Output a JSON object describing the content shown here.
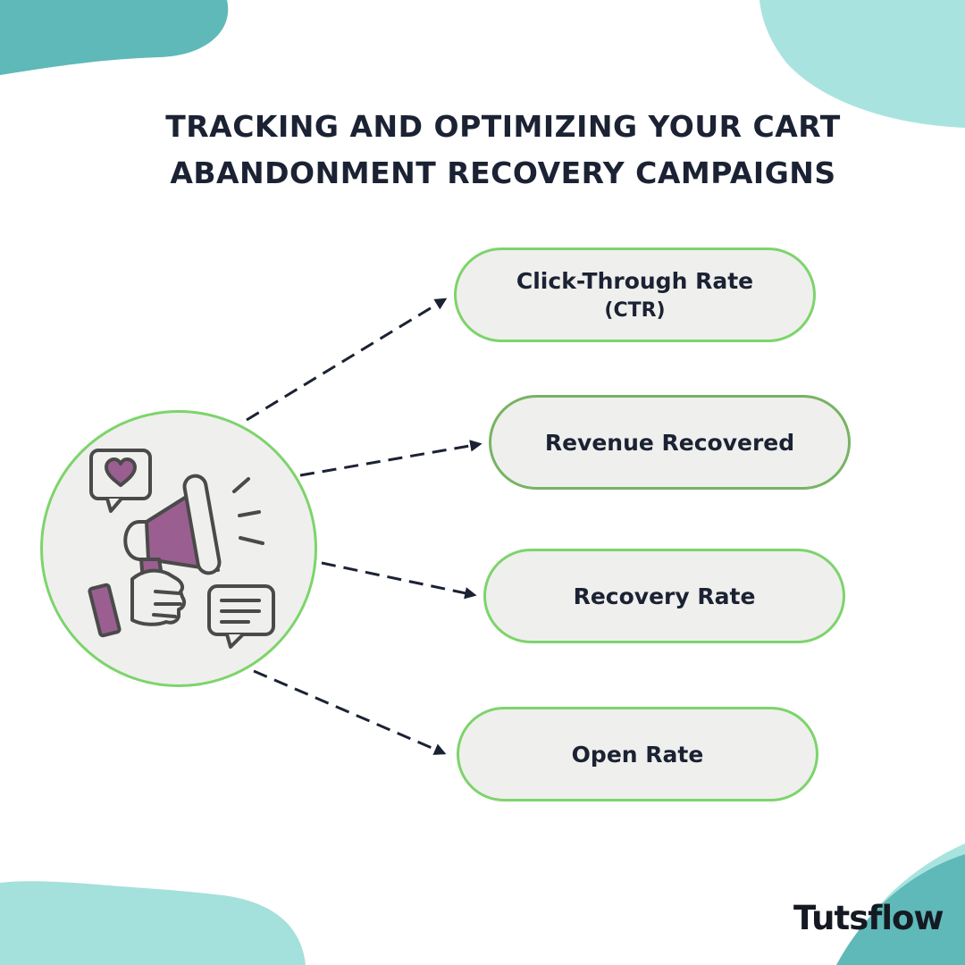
{
  "title": {
    "line1": "TRACKING AND OPTIMIZING YOUR CART",
    "line2": "ABANDONMENT RECOVERY CAMPAIGNS"
  },
  "hub": {
    "icon": "megaphone-icon"
  },
  "metrics": [
    {
      "label": "Click-Through Rate",
      "sub": "(CTR)"
    },
    {
      "label": "Revenue Recovered"
    },
    {
      "label": "Recovery Rate"
    },
    {
      "label": "Open Rate"
    }
  ],
  "brand": {
    "name": "Tutsflow"
  },
  "colors": {
    "teal_dark": "#5eb8b8",
    "teal_light": "#a9e3df",
    "green_border": "#7dd46b",
    "pill_fill": "#efefed",
    "purple": "#9a5f90",
    "text": "#1b2233"
  }
}
